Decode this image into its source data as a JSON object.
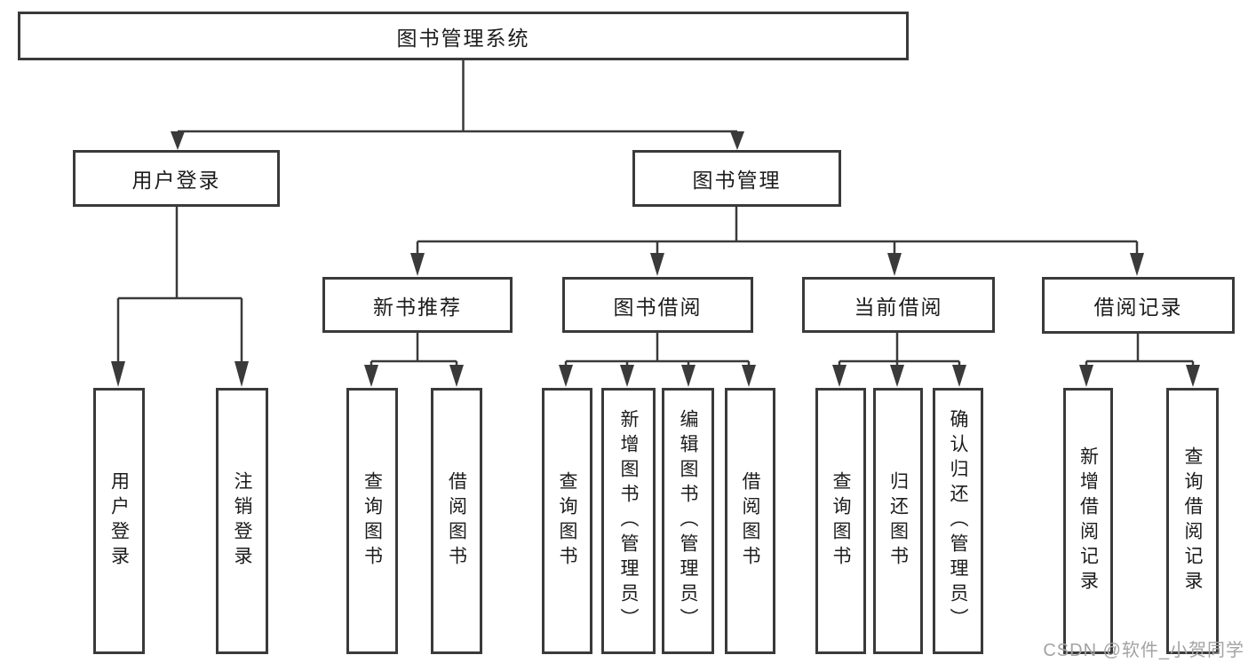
{
  "diagram": {
    "type": "hierarchy-tree",
    "colors": {
      "line": "#3a3a3a",
      "box_border": "#3a3a3a",
      "box_background": "#ffffff",
      "text": "#1c1c1c",
      "background": "#ffffff",
      "watermark": "#a3a3a3"
    },
    "nodes": {
      "root": {
        "label": "图书管理系统"
      },
      "level2": [
        {
          "label": "用户登录"
        },
        {
          "label": "图书管理"
        }
      ],
      "level3": [
        {
          "label": "新书推荐",
          "parent": "图书管理"
        },
        {
          "label": "图书借阅",
          "parent": "图书管理"
        },
        {
          "label": "当前借阅",
          "parent": "图书管理"
        },
        {
          "label": "借阅记录",
          "parent": "图书管理"
        }
      ],
      "leaves": [
        {
          "label": "用户登录",
          "parent": "用户登录"
        },
        {
          "label": "注销登录",
          "parent": "用户登录"
        },
        {
          "label": "查询图书",
          "parent": "新书推荐"
        },
        {
          "label": "借阅图书",
          "parent": "新书推荐"
        },
        {
          "label": "查询图书",
          "parent": "图书借阅"
        },
        {
          "label": "新增图书（管理员）",
          "parent": "图书借阅"
        },
        {
          "label": "编辑图书（管理员）",
          "parent": "图书借阅"
        },
        {
          "label": "借阅图书",
          "parent": "图书借阅"
        },
        {
          "label": "查询图书",
          "parent": "当前借阅"
        },
        {
          "label": "归还图书",
          "parent": "当前借阅"
        },
        {
          "label": "确认归还（管理员）",
          "parent": "当前借阅"
        },
        {
          "label": "新增借阅记录",
          "parent": "借阅记录"
        },
        {
          "label": "查询借阅记录",
          "parent": "借阅记录"
        }
      ]
    }
  },
  "watermark": {
    "text": "CSDN @软件_小贺同学"
  }
}
